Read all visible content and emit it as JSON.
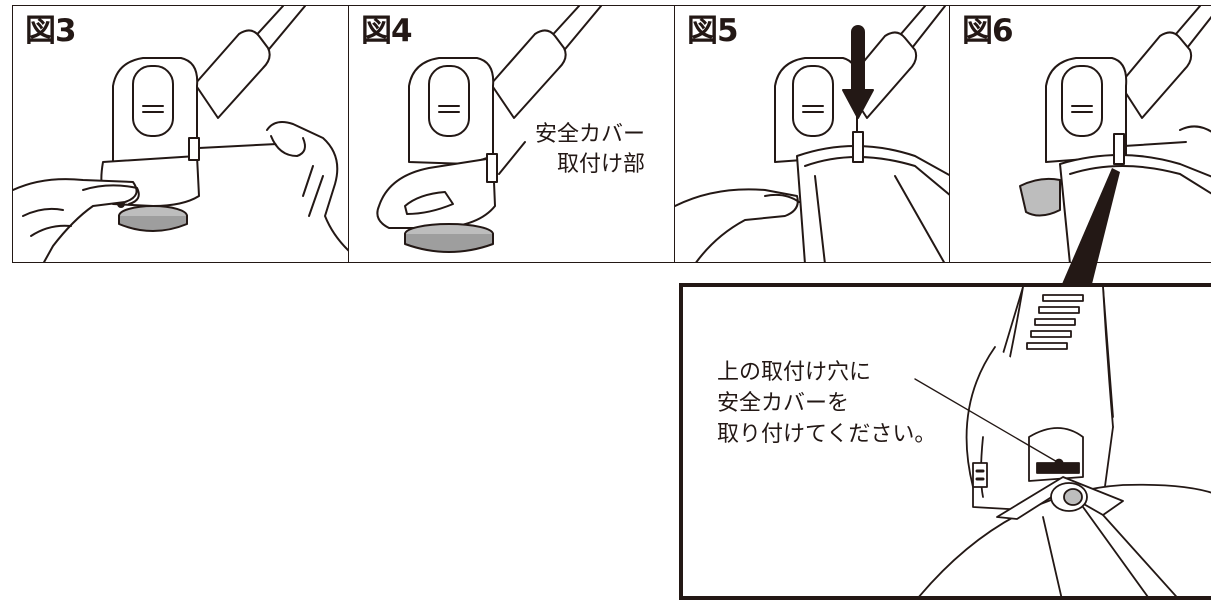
{
  "figures": [
    {
      "label": "図3"
    },
    {
      "label": "図4",
      "callout_lines": [
        "安全カバー",
        "取付け部"
      ]
    },
    {
      "label": "図5"
    },
    {
      "label": "図6"
    }
  ],
  "detail": {
    "lines": [
      "上の取付け穴に",
      "安全カバーを",
      "取り付けてください。"
    ]
  }
}
